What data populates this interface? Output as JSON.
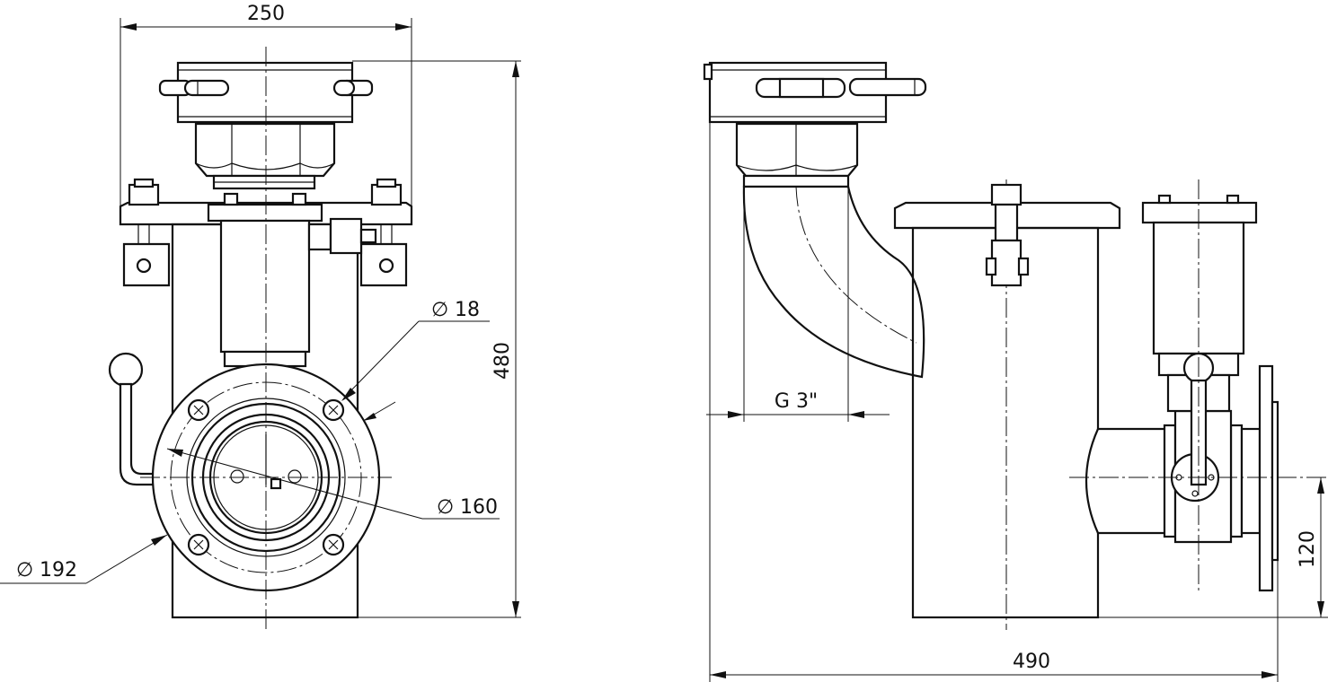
{
  "drawing": {
    "front_view": {
      "width_label": "250",
      "height_label": "480",
      "bolt_hole_label": "18",
      "bolt_circle_label": "160",
      "flange_outer_label": "192",
      "diameter_symbol": "∅"
    },
    "side_view": {
      "thread_label": "G 3\"",
      "length_label": "490",
      "outlet_height_label": "120"
    }
  }
}
